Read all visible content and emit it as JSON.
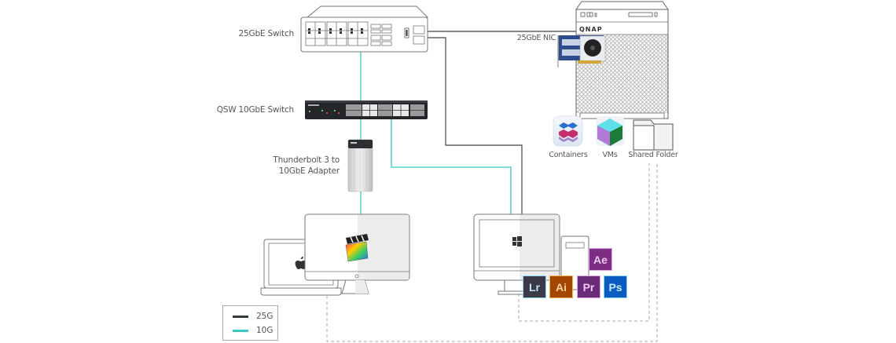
{
  "colors": {
    "link_25g": "#333d3d",
    "link_10g": "#36c9c4",
    "storage_link": "#aaaaaa",
    "outline": "#777777",
    "lr": "#3b3a46",
    "ai": "#a34700",
    "pr": "#6b2c77",
    "ae": "#7b2e84",
    "ps": "#0a5bc4"
  },
  "devices": {
    "switch_25g": {
      "label": "25GbE Switch"
    },
    "switch_10g": {
      "label": "QSW 10GbE Switch"
    },
    "adapter": {
      "label_line1": "Thunderbolt 3 to",
      "label_line2": "10GbE Adapter"
    },
    "nic": {
      "label": "25GbE NIC"
    },
    "nas": {
      "brand": "QNAP"
    }
  },
  "nas_apps": [
    {
      "id": "containers",
      "label": "Containers"
    },
    {
      "id": "vms",
      "label": "VMs"
    },
    {
      "id": "shared-folder",
      "label": "Shared Folder"
    }
  ],
  "adobe_apps": [
    {
      "id": "ae",
      "label": "Ae"
    },
    {
      "id": "lr",
      "label": "Lr"
    },
    {
      "id": "ai",
      "label": "Ai"
    },
    {
      "id": "pr",
      "label": "Pr"
    },
    {
      "id": "ps",
      "label": "Ps"
    }
  ],
  "legend": {
    "items": [
      {
        "label": "25G"
      },
      {
        "label": "10G"
      }
    ]
  }
}
